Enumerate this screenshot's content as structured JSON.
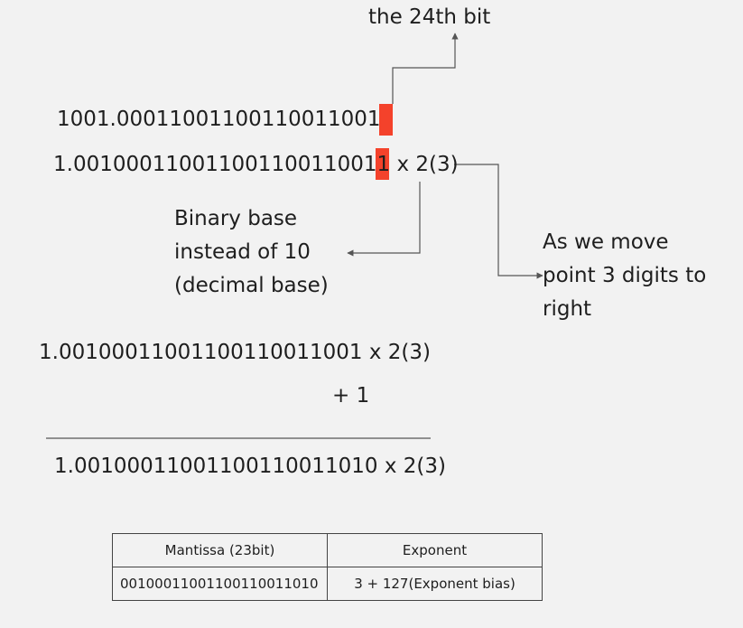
{
  "labels": {
    "top_note": "the 24th bit",
    "line1_head": "1001.0001100110011001100",
    "line1_bit": "1",
    "line2_head": "1.00100011001100110011001",
    "line2_bit": "1",
    "line2_tail": " x 2(3)",
    "base_note": [
      "Binary base",
      "instead of 10",
      "(decimal base)"
    ],
    "shift_note": [
      "As we move",
      "point 3 digits to",
      "right"
    ],
    "addend_line": "1.00100011001100110011001 x 2(3)",
    "plus_one": "+ 1",
    "result_line": "1.00100011001100110011010 x 2(3)"
  },
  "table": {
    "headers": [
      "Mantissa (23bit)",
      "Exponent"
    ],
    "row": [
      "00100011001100110011010",
      "3 + 127(Exponent bias)"
    ]
  },
  "colors": {
    "highlight": "#f4422b",
    "text": "#1e1e1e",
    "background": "#f2f2f2"
  }
}
